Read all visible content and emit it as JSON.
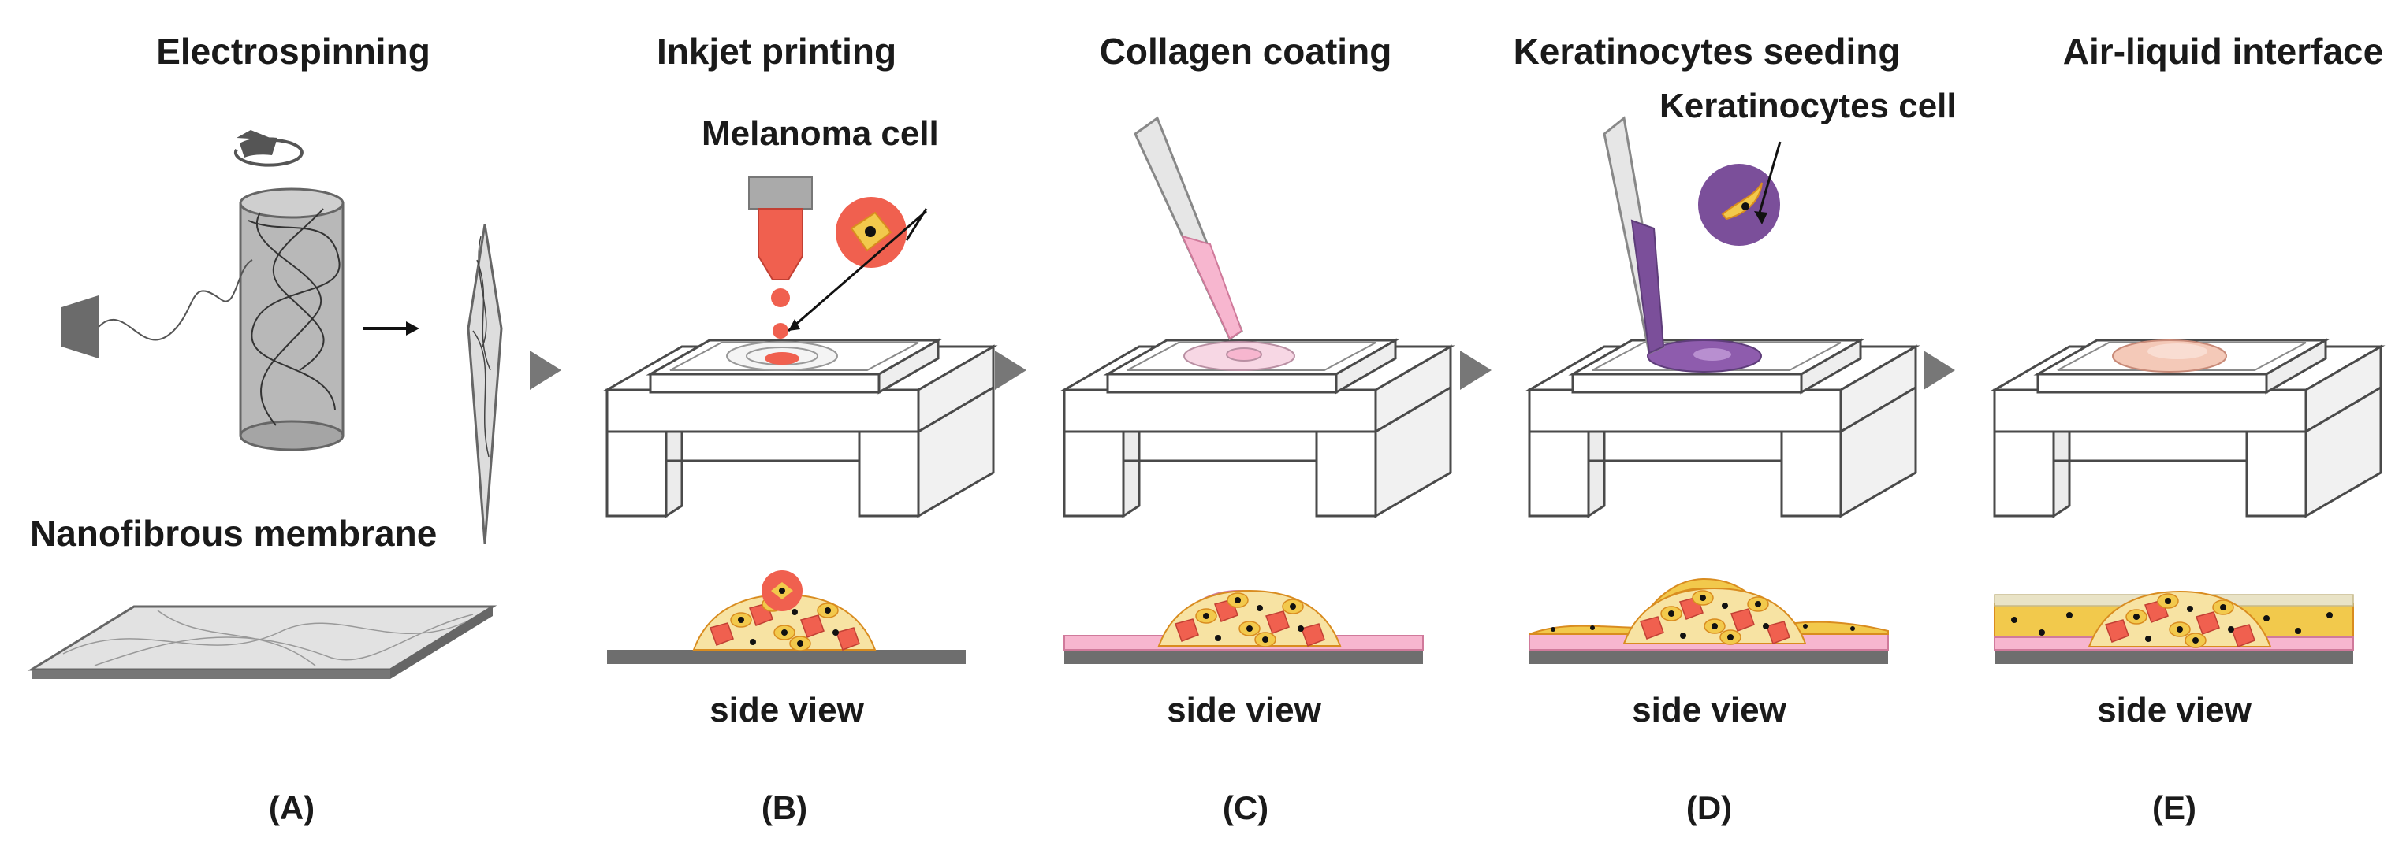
{
  "panels": [
    {
      "letter": "(A)",
      "title": "Electrospinning",
      "subtitle": "Nanofibrous membrane"
    },
    {
      "letter": "(B)",
      "title": "Inkjet printing",
      "callout": "Melanoma cell",
      "side_label": "side view"
    },
    {
      "letter": "(C)",
      "title": "Collagen coating",
      "side_label": "side view"
    },
    {
      "letter": "(D)",
      "title": "Keratinocytes seeding",
      "callout": "Keratinocytes cell",
      "side_label": "side view"
    },
    {
      "letter": "(E)",
      "title": "Air-liquid interface",
      "side_label": "side view"
    }
  ],
  "colors": {
    "melanoma": "#f0604f",
    "collagen": "#f7b6cf",
    "keratinocyte": "#7b4f9a",
    "nucleus": "#111111",
    "cell_yellow": "#f2c94c",
    "substrate": "#6e6e6e",
    "fiber_gray": "#bdbdbd"
  },
  "icons": [
    "rotation-arrow-icon",
    "arrow-right-icon",
    "step-arrow-icon",
    "nozzle-icon",
    "pipette-icon"
  ]
}
